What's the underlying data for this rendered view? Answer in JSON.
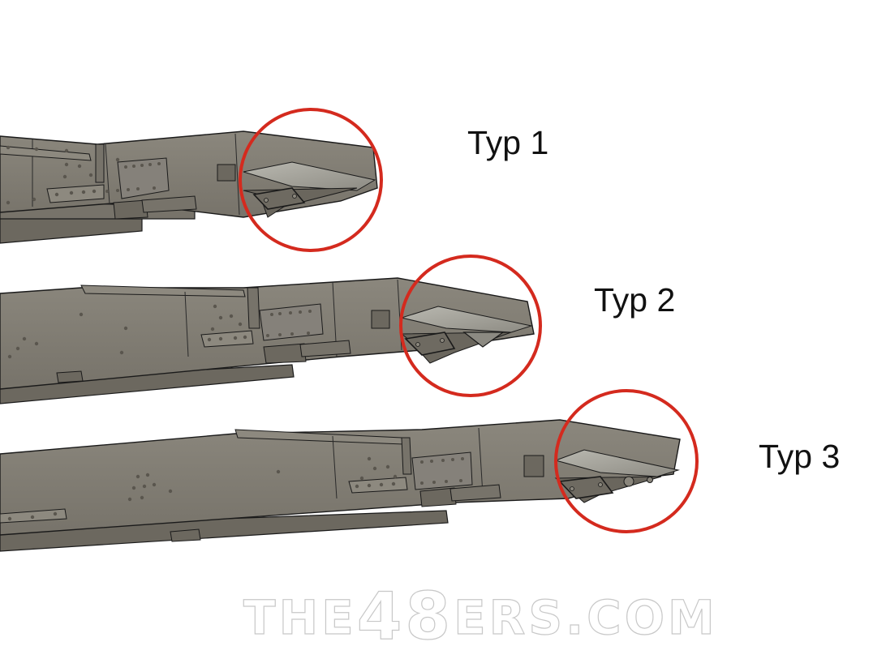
{
  "figure": {
    "background": "#ffffff",
    "beam_color": "#807c72",
    "beam_dark": "#5e5a52",
    "beam_light": "#a8a79f",
    "outline_color": "#1a1a1a",
    "highlight_circle_color": "#d42a1e"
  },
  "variants": [
    {
      "label": "Typ 1",
      "feature": "end plate with two holes"
    },
    {
      "label": "Typ 2",
      "feature": "end plate with two holes plus triangular cutout"
    },
    {
      "label": "Typ 3",
      "feature": "end plate with two holes plus two round bosses"
    }
  ],
  "watermark": {
    "prefix": "THE",
    "digits": "48",
    "suffix": "ERS.COM"
  }
}
